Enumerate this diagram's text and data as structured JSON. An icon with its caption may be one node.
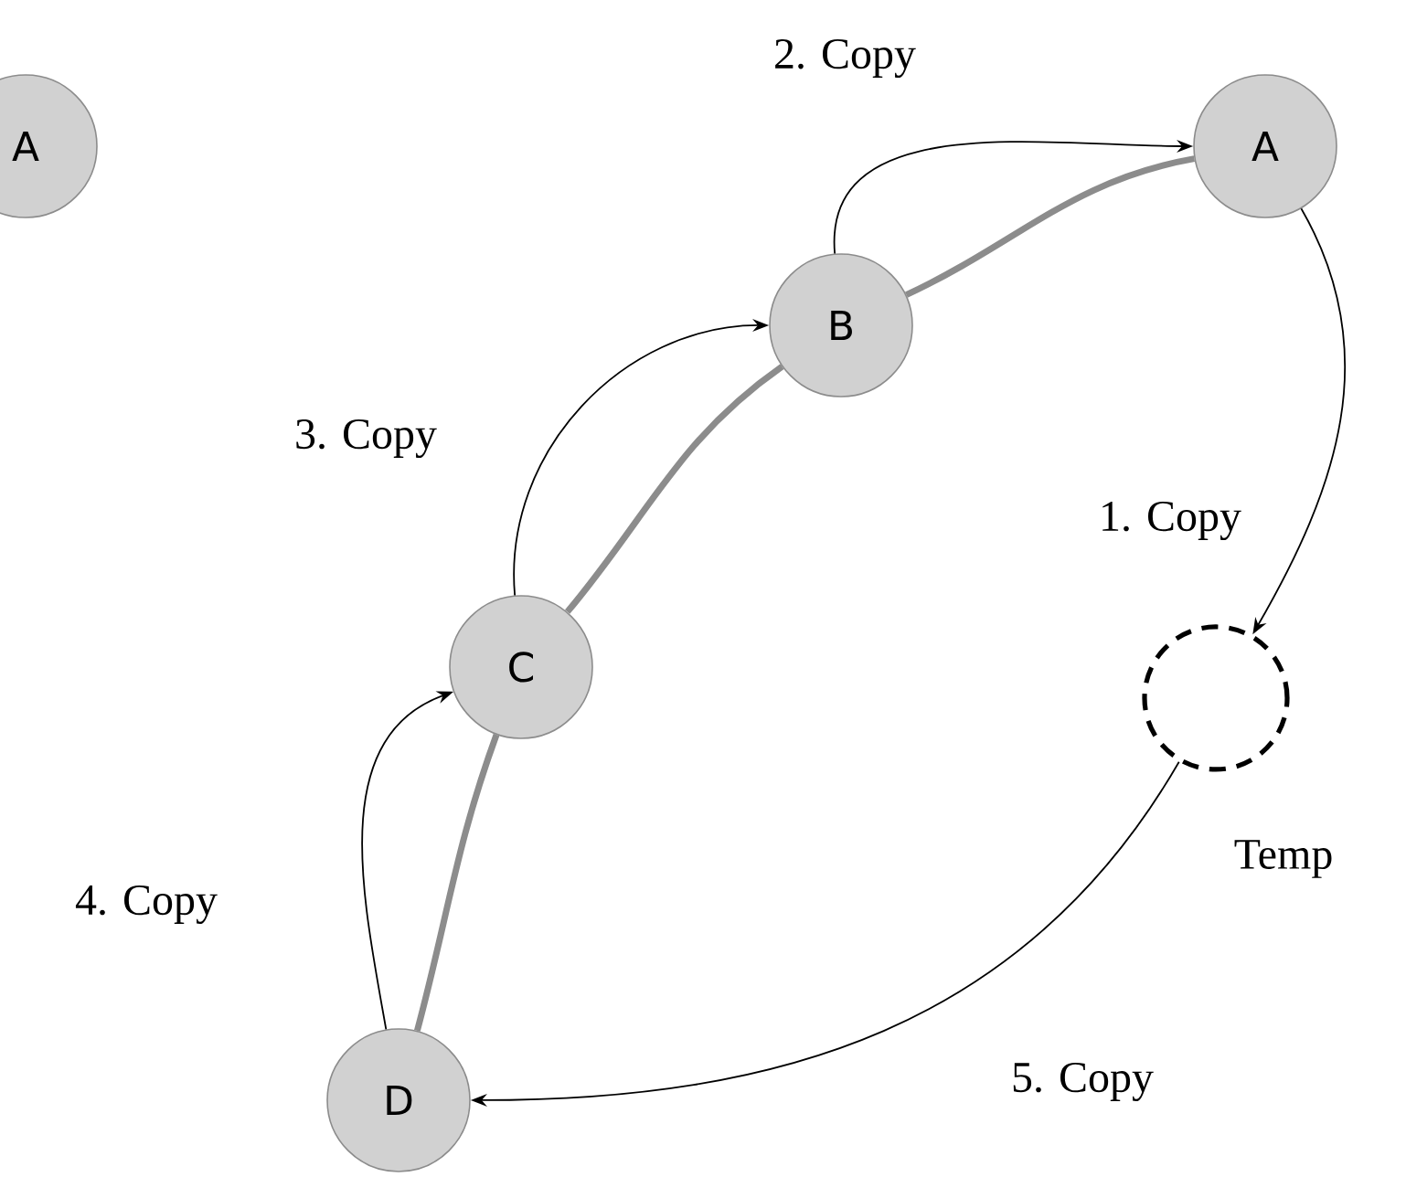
{
  "diagram": {
    "nodes": [
      {
        "text": [
          "A"
        ]
      },
      {
        "text": [
          "A"
        ]
      },
      {
        "text": [
          "B"
        ]
      },
      {
        "text": [
          "C"
        ]
      },
      {
        "text": [
          "D"
        ]
      },
      {
        "text": [],
        "shape": "circle",
        "beside": [
          "Temp"
        ]
      }
    ],
    "edges": [
      {
        "from": 1,
        "to": 5,
        "arrow": "to",
        "label": "1. Copy"
      },
      {
        "from": 2,
        "to": 1,
        "arrow": "to",
        "label": "2. Copy"
      },
      {
        "from": 3,
        "to": 2,
        "arrow": "to",
        "label": "3. Copy"
      },
      {
        "from": 4,
        "to": 3,
        "arrow": "to",
        "label": "4. Copy"
      },
      {
        "from": 5,
        "to": 4,
        "arrow": "to",
        "label": "5. Copy"
      },
      {
        "from": 1,
        "to": 2,
        "arrow": "none",
        "style": "thick",
        "color": "#8c8c8c"
      },
      {
        "from": 2,
        "to": 3,
        "arrow": "none",
        "style": "thick",
        "color": "#8c8c8c"
      },
      {
        "from": 3,
        "to": 4,
        "arrow": "none",
        "style": "thick",
        "color": "#8c8c8c"
      }
    ]
  }
}
